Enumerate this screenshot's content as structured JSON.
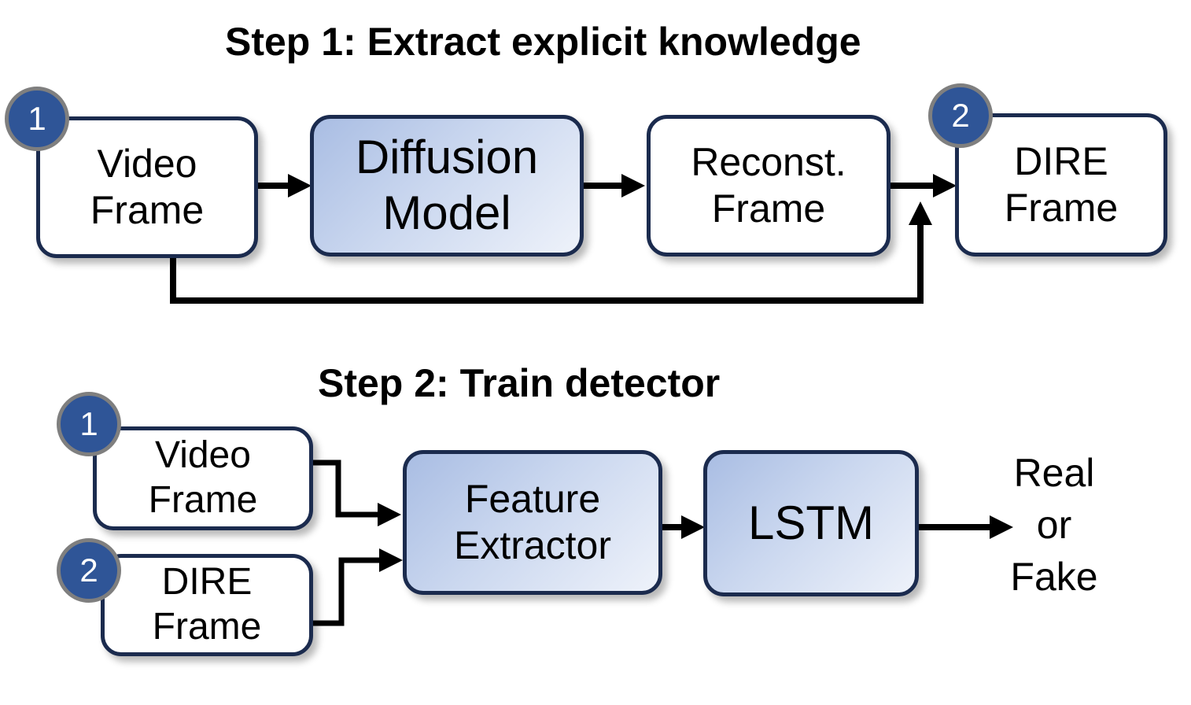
{
  "step1": {
    "title": "Step 1: Extract explicit knowledge",
    "video_frame": [
      "Video",
      "Frame"
    ],
    "diffusion_model": [
      "Diffusion",
      "Model"
    ],
    "reconst_frame": [
      "Reconst.",
      "Frame"
    ],
    "dire_frame": [
      "DIRE",
      "Frame"
    ],
    "badge_video": "1",
    "badge_dire": "2"
  },
  "step2": {
    "title": "Step 2: Train detector",
    "video_frame": [
      "Video",
      "Frame"
    ],
    "dire_frame": [
      "DIRE",
      "Frame"
    ],
    "feature_extractor": [
      "Feature",
      "Extractor"
    ],
    "lstm": "LSTM",
    "output": [
      "Real",
      "or",
      "Fake"
    ],
    "badge_video": "1",
    "badge_dire": "2"
  },
  "colors": {
    "box_border": "#1b2b4e",
    "badge_fill": "#2f5597",
    "badge_border": "#7f7f7f",
    "shaded_fill_dark": "#a9bde3",
    "shaded_fill_light": "#eef2fa",
    "arrow": "#000000"
  }
}
